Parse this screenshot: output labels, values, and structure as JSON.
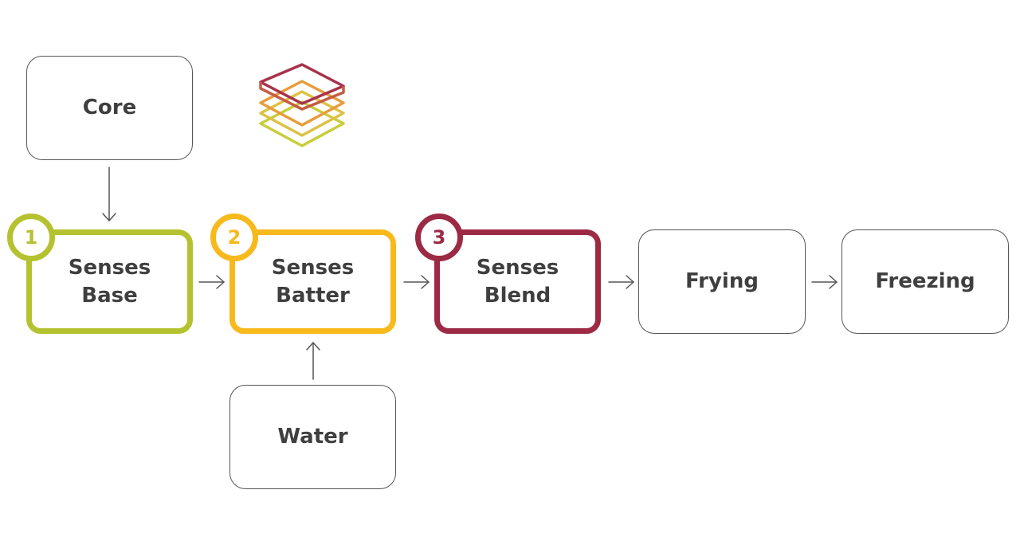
{
  "colors": {
    "step1": "#b5c22f",
    "step2": "#f7b91c",
    "step3": "#9c2a45",
    "line": "#555555"
  },
  "nodes": {
    "core": "Core",
    "water": "Water",
    "senses_base": {
      "number": "1",
      "label": "Senses\nBase"
    },
    "senses_batter": {
      "number": "2",
      "label": "Senses\nBatter"
    },
    "senses_blend": {
      "number": "3",
      "label": "Senses\nBlend"
    },
    "frying": "Frying",
    "freezing": "Freezing"
  },
  "edges": [
    {
      "from": "core",
      "to": "senses_base"
    },
    {
      "from": "senses_base",
      "to": "senses_batter"
    },
    {
      "from": "water",
      "to": "senses_batter"
    },
    {
      "from": "senses_batter",
      "to": "senses_blend"
    },
    {
      "from": "senses_blend",
      "to": "frying"
    },
    {
      "from": "frying",
      "to": "freezing"
    }
  ],
  "icons": {
    "layers": "stacked-layers-icon"
  }
}
